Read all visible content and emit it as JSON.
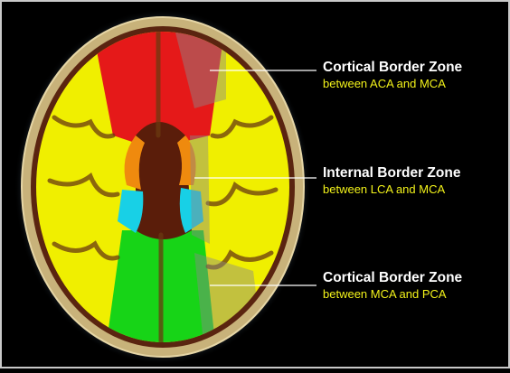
{
  "labels": [
    {
      "title": "Cortical Border Zone",
      "subtitle": "between  ACA and MCA"
    },
    {
      "title": "Internal Border Zone",
      "subtitle": "between  LCA and MCA"
    },
    {
      "title": "Cortical Border Zone",
      "subtitle": "between  MCA and PCA"
    }
  ],
  "colors": {
    "background": "#000000",
    "skull": "#c8b27a",
    "glow": "#7fb3e6",
    "mca_territory": "#f0ef00",
    "aca_territory": "#e51919",
    "pca_territory": "#17d417",
    "lenticulostriate": "#ef8a0e",
    "caudate": "#18d0e6",
    "border_zone": "#8a8a8a",
    "text_title": "#ffffff",
    "text_subtitle": "#f2f21a"
  }
}
